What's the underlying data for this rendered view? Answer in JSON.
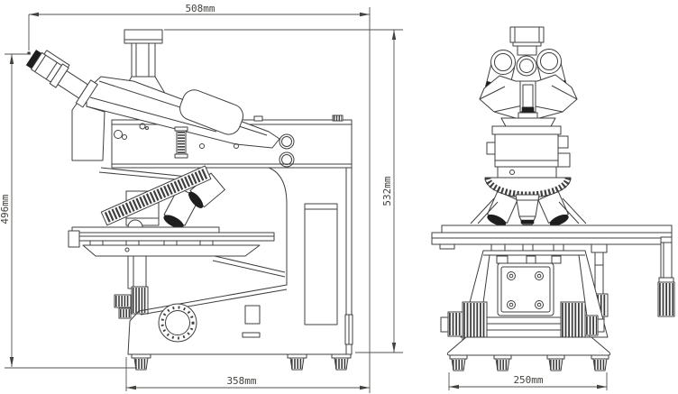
{
  "dimensions": {
    "top_width": "508mm",
    "left_height": "496mm",
    "right_height": "532mm",
    "base_depth": "358mm",
    "base_width": "250mm"
  },
  "colors": {
    "line": "#3f3f3f",
    "dimension": "#55524c",
    "background": "#ffffff",
    "dark_fill": "#1e1e1e"
  }
}
